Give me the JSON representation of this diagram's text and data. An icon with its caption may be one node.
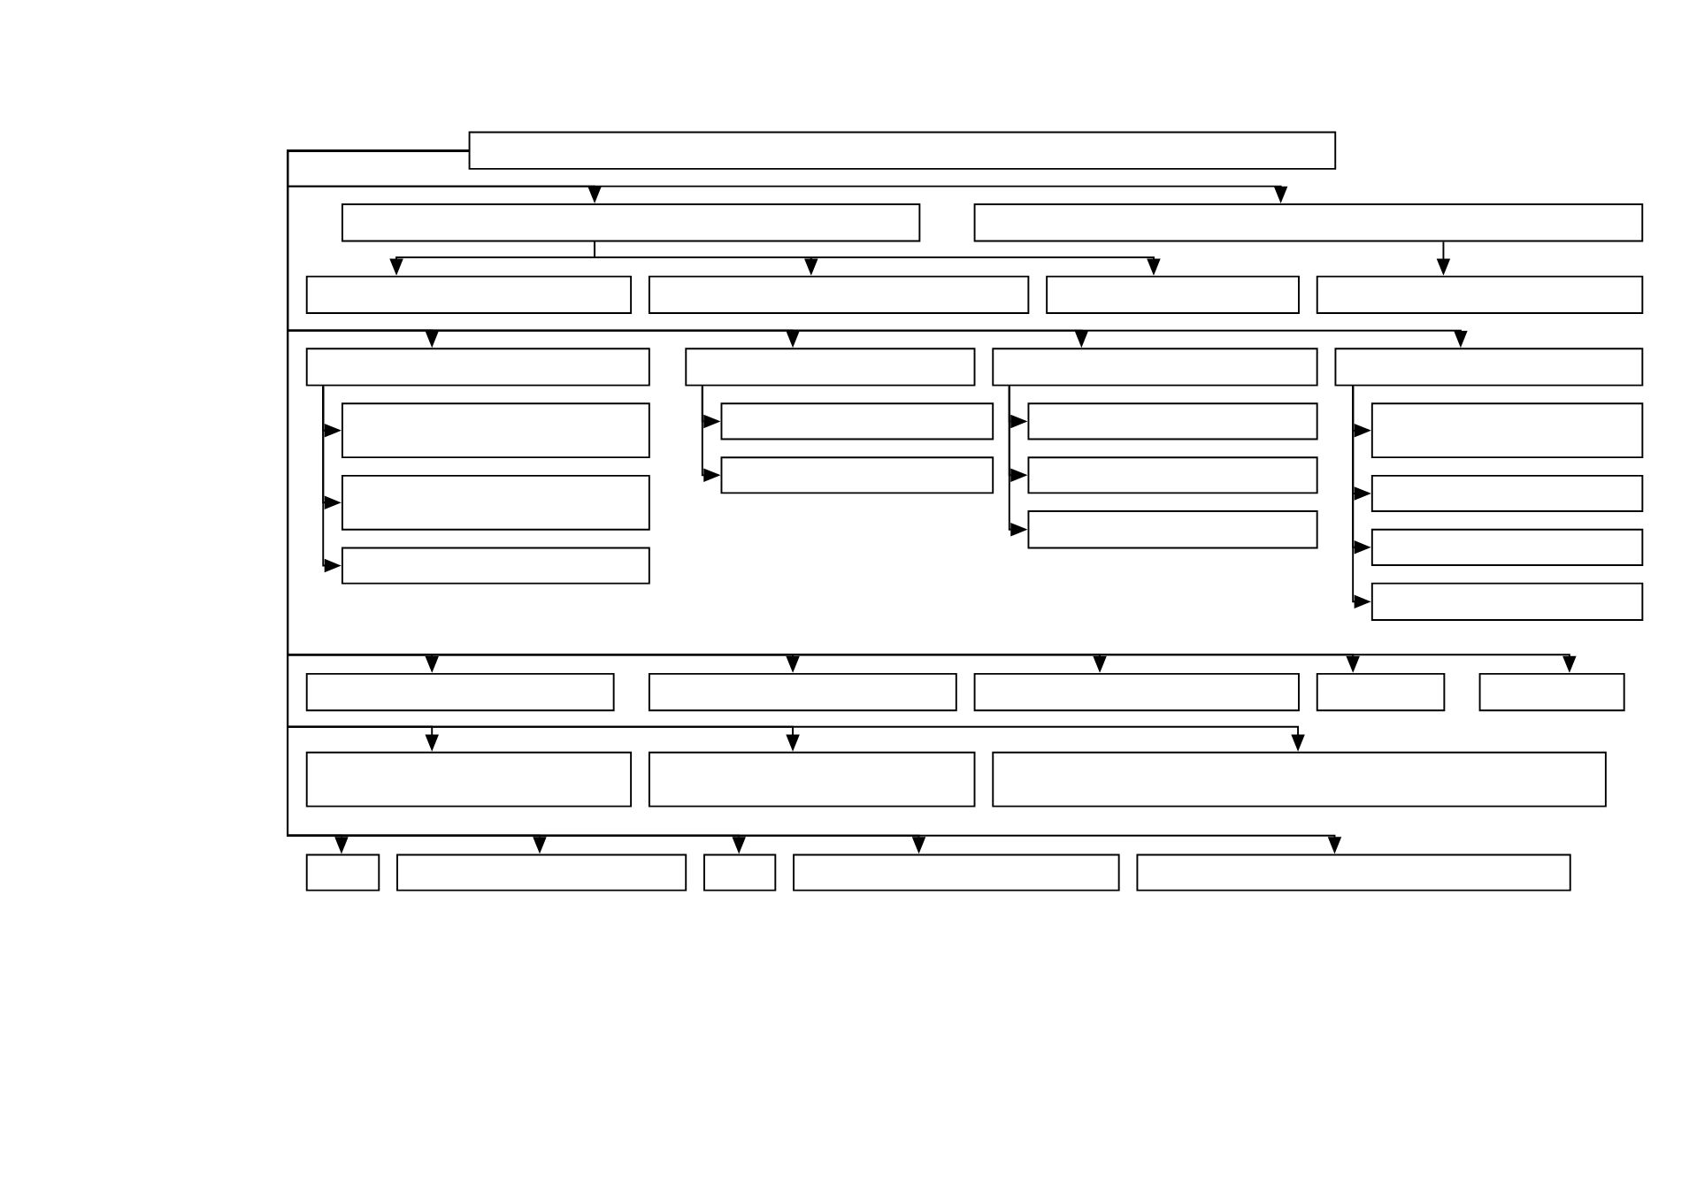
{
  "diagram": {
    "nodes": [
      {
        "text": [],
        "shape": "box"
      },
      {
        "text": [],
        "shape": "box"
      },
      {
        "text": [],
        "shape": "box"
      },
      {
        "text": [],
        "shape": "box"
      },
      {
        "text": [],
        "shape": "box"
      },
      {
        "text": [],
        "shape": "box"
      },
      {
        "text": [],
        "shape": "box"
      },
      {
        "text": [],
        "shape": "box"
      },
      {
        "text": [],
        "shape": "box"
      },
      {
        "text": [],
        "shape": "box"
      },
      {
        "text": [],
        "shape": "box"
      },
      {
        "text": [],
        "shape": "box"
      },
      {
        "text": [],
        "shape": "box"
      },
      {
        "text": [],
        "shape": "box"
      },
      {
        "text": [],
        "shape": "box"
      },
      {
        "text": [],
        "shape": "box"
      },
      {
        "text": [],
        "shape": "box"
      },
      {
        "text": [],
        "shape": "box"
      },
      {
        "text": [],
        "shape": "box"
      },
      {
        "text": [],
        "shape": "box"
      },
      {
        "text": [],
        "shape": "box"
      },
      {
        "text": [],
        "shape": "box"
      },
      {
        "text": [],
        "shape": "box"
      },
      {
        "text": [],
        "shape": "box"
      },
      {
        "text": [],
        "shape": "box"
      },
      {
        "text": [],
        "shape": "box"
      },
      {
        "text": [],
        "shape": "box"
      },
      {
        "text": [],
        "shape": "box"
      },
      {
        "text": [],
        "shape": "box"
      },
      {
        "text": [],
        "shape": "box"
      },
      {
        "text": [],
        "shape": "box"
      },
      {
        "text": [],
        "shape": "box"
      },
      {
        "text": [],
        "shape": "box"
      },
      {
        "text": [],
        "shape": "box"
      },
      {
        "text": [],
        "shape": "box"
      },
      {
        "text": [],
        "shape": "box"
      }
    ],
    "edges": [
      {
        "from": 0,
        "to": 1,
        "arrow": "to"
      },
      {
        "from": 0,
        "to": 2,
        "arrow": "to"
      },
      {
        "from": 1,
        "to": 3,
        "arrow": "to"
      },
      {
        "from": 1,
        "to": 4,
        "arrow": "to"
      },
      {
        "from": 1,
        "to": 5,
        "arrow": "to"
      },
      {
        "from": 2,
        "to": 6,
        "arrow": "to"
      },
      {
        "from": 0,
        "to": 7,
        "arrow": "to"
      },
      {
        "from": 0,
        "to": 8,
        "arrow": "to"
      },
      {
        "from": 0,
        "to": 9,
        "arrow": "to"
      },
      {
        "from": 0,
        "to": 10,
        "arrow": "to"
      },
      {
        "from": 7,
        "to": 11,
        "arrow": "to"
      },
      {
        "from": 7,
        "to": 12,
        "arrow": "to"
      },
      {
        "from": 7,
        "to": 13,
        "arrow": "to"
      },
      {
        "from": 8,
        "to": 14,
        "arrow": "to"
      },
      {
        "from": 8,
        "to": 15,
        "arrow": "to"
      },
      {
        "from": 9,
        "to": 16,
        "arrow": "to"
      },
      {
        "from": 9,
        "to": 17,
        "arrow": "to"
      },
      {
        "from": 9,
        "to": 18,
        "arrow": "to"
      },
      {
        "from": 10,
        "to": 19,
        "arrow": "to"
      },
      {
        "from": 10,
        "to": 20,
        "arrow": "to"
      },
      {
        "from": 10,
        "to": 21,
        "arrow": "to"
      },
      {
        "from": 10,
        "to": 22,
        "arrow": "to"
      },
      {
        "from": 0,
        "to": 23,
        "arrow": "to"
      },
      {
        "from": 0,
        "to": 24,
        "arrow": "to"
      },
      {
        "from": 0,
        "to": 25,
        "arrow": "to"
      },
      {
        "from": 0,
        "to": 26,
        "arrow": "to"
      },
      {
        "from": 0,
        "to": 27,
        "arrow": "to"
      },
      {
        "from": 0,
        "to": 28,
        "arrow": "to"
      },
      {
        "from": 0,
        "to": 29,
        "arrow": "to"
      },
      {
        "from": 0,
        "to": 30,
        "arrow": "to"
      },
      {
        "from": 0,
        "to": 31,
        "arrow": "to"
      },
      {
        "from": 0,
        "to": 32,
        "arrow": "to"
      },
      {
        "from": 0,
        "to": 33,
        "arrow": "to"
      },
      {
        "from": 0,
        "to": 34,
        "arrow": "to"
      },
      {
        "from": 0,
        "to": 35,
        "arrow": "to"
      }
    ]
  }
}
